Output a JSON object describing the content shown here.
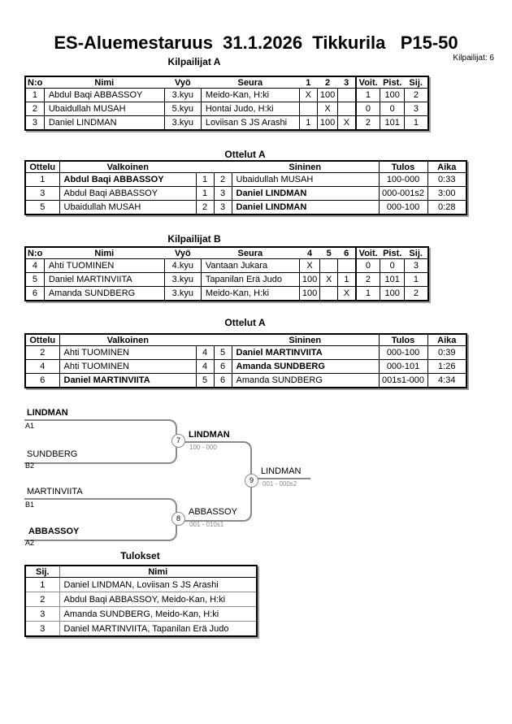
{
  "page": {
    "title": "ES-Aluemestaruus  31.1.2026  Tikkurila   P15-50",
    "competitors_label": "Kilpailijat: 6"
  },
  "poolA": {
    "heading": "Kilpailijat A",
    "headers": {
      "no": "N:o",
      "name": "Nimi",
      "belt": "Vyö",
      "club": "Seura",
      "c1": "1",
      "c2": "2",
      "c3": "3",
      "wins": "Voit.",
      "pts": "Pist.",
      "place": "Sij."
    },
    "rows": [
      {
        "no": "1",
        "name": "Abdul Baqi ABBASSOY",
        "belt": "3.kyu",
        "club": "Meido-Kan, H:ki",
        "c1": "X",
        "c2": "100",
        "c3": "",
        "wins": "1",
        "pts": "100",
        "place": "2"
      },
      {
        "no": "2",
        "name": "Ubaidullah MUSAH",
        "belt": "5.kyu",
        "club": "Hontai Judo, H:ki",
        "c1": "",
        "c2": "X",
        "c3": "",
        "wins": "0",
        "pts": "0",
        "place": "3"
      },
      {
        "no": "3",
        "name": "Daniel LINDMAN",
        "belt": "3.kyu",
        "club": "Loviisan S JS Arashi",
        "c1": "1",
        "c2": "100",
        "c3": "X",
        "wins": "2",
        "pts": "101",
        "place": "1"
      }
    ]
  },
  "matches1": {
    "heading": "Ottelut A",
    "headers": {
      "match": "Ottelu",
      "white": "Valkoinen",
      "blue": "Sininen",
      "result": "Tulos",
      "time": "Aika"
    },
    "rows": [
      {
        "match": "1",
        "white": "Abdul Baqi ABBASSOY",
        "white_win": true,
        "wno": "1",
        "bno": "2",
        "blue": "Ubaidullah MUSAH",
        "blue_win": false,
        "result": "100-000",
        "time": "0:33"
      },
      {
        "match": "3",
        "white": "Abdul Baqi ABBASSOY",
        "white_win": false,
        "wno": "1",
        "bno": "3",
        "blue": "Daniel LINDMAN",
        "blue_win": true,
        "result": "000-001s2",
        "time": "3:00"
      },
      {
        "match": "5",
        "white": "Ubaidullah MUSAH",
        "white_win": false,
        "wno": "2",
        "bno": "3",
        "blue": "Daniel LINDMAN",
        "blue_win": true,
        "result": "000-100",
        "time": "0:28"
      }
    ]
  },
  "poolB": {
    "heading": "Kilpailijat B",
    "headers": {
      "no": "N:o",
      "name": "Nimi",
      "belt": "Vyö",
      "club": "Seura",
      "c1": "4",
      "c2": "5",
      "c3": "6",
      "wins": "Voit.",
      "pts": "Pist.",
      "place": "Sij."
    },
    "rows": [
      {
        "no": "4",
        "name": "Ahti TUOMINEN",
        "belt": "4.kyu",
        "club": "Vantaan Jukara",
        "c1": "X",
        "c2": "",
        "c3": "",
        "wins": "0",
        "pts": "0",
        "place": "3"
      },
      {
        "no": "5",
        "name": "Daniel MARTINVIITA",
        "belt": "3.kyu",
        "club": "Tapanilan Erä Judo",
        "c1": "100",
        "c2": "X",
        "c3": "1",
        "wins": "2",
        "pts": "101",
        "place": "1"
      },
      {
        "no": "6",
        "name": "Amanda SUNDBERG",
        "belt": "3.kyu",
        "club": "Meido-Kan, H:ki",
        "c1": "100",
        "c2": "",
        "c3": "X",
        "wins": "1",
        "pts": "100",
        "place": "2"
      }
    ]
  },
  "matches2": {
    "heading": "Ottelut A",
    "headers": {
      "match": "Ottelu",
      "white": "Valkoinen",
      "blue": "Sininen",
      "result": "Tulos",
      "time": "Aika"
    },
    "rows": [
      {
        "match": "2",
        "white": "Ahti TUOMINEN",
        "white_win": false,
        "wno": "4",
        "bno": "5",
        "blue": "Daniel MARTINVIITA",
        "blue_win": true,
        "result": "000-100",
        "time": "0:39"
      },
      {
        "match": "4",
        "white": "Ahti TUOMINEN",
        "white_win": false,
        "wno": "4",
        "bno": "6",
        "blue": "Amanda SUNDBERG",
        "blue_win": true,
        "result": "000-101",
        "time": "1:26"
      },
      {
        "match": "6",
        "white": "Daniel MARTINVIITA",
        "white_win": true,
        "wno": "5",
        "bno": "6",
        "blue": "Amanda SUNDBERG",
        "blue_win": false,
        "result": "001s1-000",
        "time": "4:34"
      }
    ]
  },
  "bracket": {
    "slots": [
      {
        "name": "LINDMAN",
        "seed": "A1",
        "bold": true
      },
      {
        "name": "SUNDBERG",
        "seed": "B2",
        "bold": false
      },
      {
        "name": "MARTINVIITA",
        "seed": "B1",
        "bold": false
      },
      {
        "name": "ABBASSOY",
        "seed": "A2",
        "bold": true
      }
    ],
    "semis": [
      {
        "number": "7",
        "winner": "LINDMAN",
        "score": "100 - 000",
        "winner_bold": true
      },
      {
        "number": "8",
        "winner": "ABBASSOY",
        "score": "001 - 010s1",
        "winner_bold": false
      }
    ],
    "final": {
      "number": "9",
      "winner": "LINDMAN",
      "score": "001 - 000s2",
      "winner_bold": false
    }
  },
  "results": {
    "heading": "Tulokset",
    "headers": {
      "place": "Sij.",
      "name": "Nimi"
    },
    "rows": [
      {
        "place": "1",
        "name": "Daniel LINDMAN, Loviisan S JS Arashi"
      },
      {
        "place": "2",
        "name": "Abdul Baqi ABBASSOY, Meido-Kan, H:ki"
      },
      {
        "place": "3",
        "name": "Amanda SUNDBERG, Meido-Kan, H:ki"
      },
      {
        "place": "3",
        "name": "Daniel MARTINVIITA, Tapanilan Erä Judo"
      }
    ]
  },
  "colors": {
    "bracket_line": "#8a8a8a",
    "score_text": "#8a8a8a",
    "table_border": "#000000",
    "table_shadow": "#9e9e9e",
    "results_inner_line": "#8f8f8f"
  }
}
